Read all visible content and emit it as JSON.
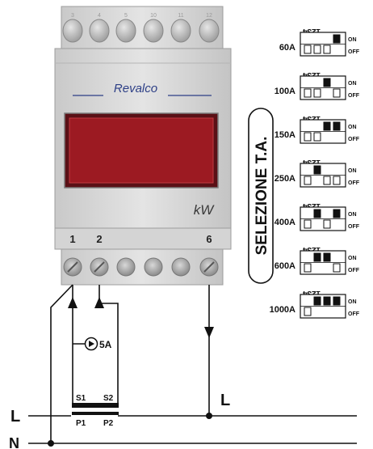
{
  "meter": {
    "brand": "Revalco",
    "unit": "kW",
    "terminals_top": [
      "3",
      "4",
      "5",
      "10",
      "11",
      "12"
    ],
    "terminals_bottom": [
      "1",
      "2",
      "6"
    ]
  },
  "wiring": {
    "line_label": "L",
    "neutral_label": "N",
    "meter_line_label": "L",
    "ct_primary": [
      "P1",
      "P2"
    ],
    "ct_secondary": [
      "S1",
      "S2"
    ],
    "ct_rating": "5A"
  },
  "selection": {
    "title": "SELEZIONE T.A.",
    "switch_numbers": "1234",
    "on_label": "ON",
    "off_label": "OFF",
    "settings": [
      {
        "label": "60A",
        "on": [
          4
        ]
      },
      {
        "label": "100A",
        "on": [
          3
        ]
      },
      {
        "label": "150A",
        "on": [
          3,
          4
        ]
      },
      {
        "label": "250A",
        "on": [
          2
        ]
      },
      {
        "label": "400A",
        "on": [
          2,
          4
        ]
      },
      {
        "label": "600A",
        "on": [
          2,
          3
        ]
      },
      {
        "label": "1000A",
        "on": [
          2,
          3,
          4
        ]
      }
    ]
  }
}
